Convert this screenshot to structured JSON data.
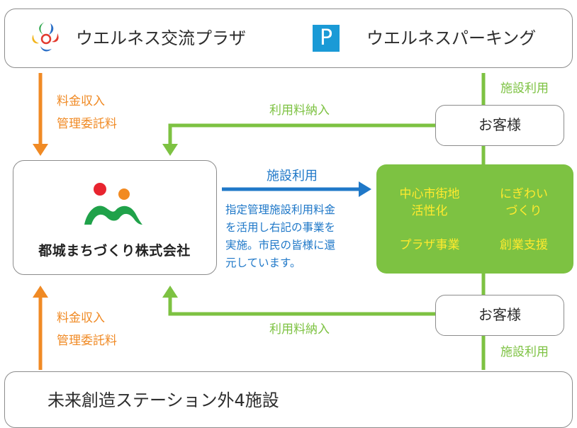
{
  "top": {
    "plaza_name": "ウエルネス交流プラザ",
    "parking_badge": "P",
    "parking_name": "ウエルネスパーキング"
  },
  "orange_labels": {
    "top": [
      "料金収入",
      "管理委託料"
    ],
    "bottom": [
      "料金収入",
      "管理委託料"
    ]
  },
  "green_labels": {
    "fee_payment_top": "利用料納入",
    "fee_payment_bottom": "利用料納入",
    "facility_use_top": "施設利用",
    "facility_use_bottom": "施設利用"
  },
  "customer_top": "お客様",
  "customer_bottom": "お客様",
  "company": {
    "name": "都城まちづくり株式会社"
  },
  "blue": {
    "arrow_label": "施設利用",
    "description_lines": [
      "指定管理施設利用料金",
      "を活用し右記の事業を",
      "実施。市民の皆様に還",
      "元しています。"
    ]
  },
  "projects": [
    [
      "中心市街地",
      "活性化"
    ],
    [
      "にぎわい",
      "づくり"
    ],
    [
      "プラザ事業"
    ],
    [
      "創業支援"
    ]
  ],
  "bottom_facility": "未来創造ステーション外4施設",
  "colors": {
    "orange": "#f08a24",
    "green": "#7dc242",
    "blue": "#1f78c8",
    "yellow": "#ffea2e"
  }
}
